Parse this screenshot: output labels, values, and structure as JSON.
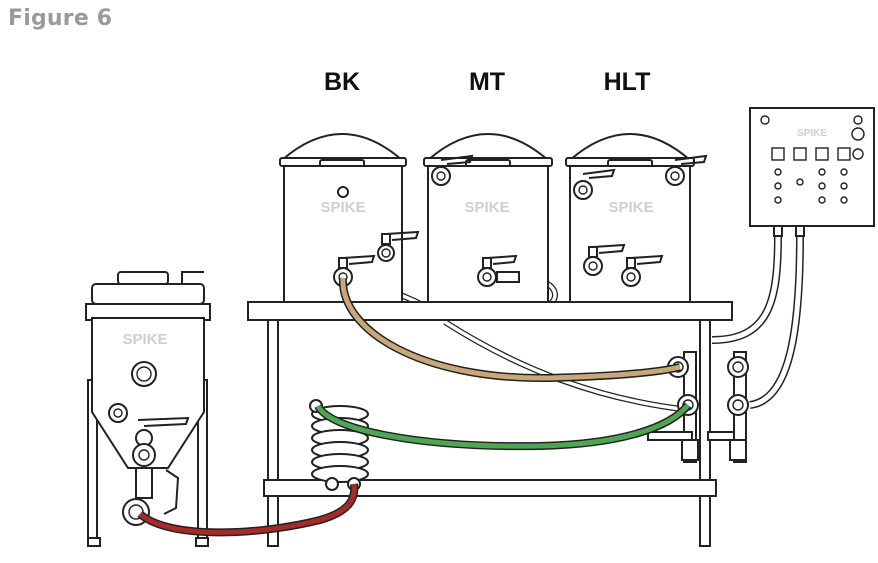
{
  "figure_title": "Figure 6",
  "vessels": {
    "bk": "BK",
    "mt": "MT",
    "hlt": "HLT"
  },
  "brand_watermark": "SPIKE",
  "colors": {
    "outline": "#222222",
    "tan_hose": "#c8a878",
    "green_hose": "#4ea653",
    "red_hose": "#a52a2a",
    "watermark": "#cfcfcf",
    "title": "#9a9a9a"
  }
}
